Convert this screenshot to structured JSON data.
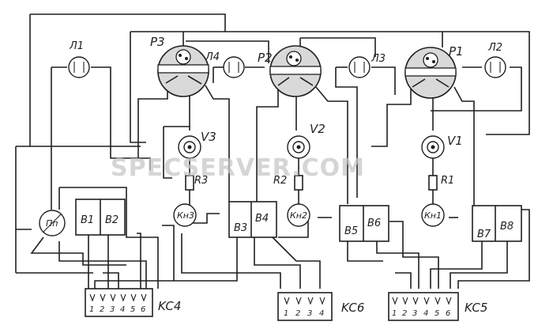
{
  "watermark": "SPECSERVER.COM",
  "relays": {
    "p1": "P1",
    "p2": "P2",
    "p3": "P3"
  },
  "lamps": {
    "l1": "Л1",
    "l2": "Л2",
    "l3": "Л3",
    "l4": "Л4"
  },
  "diodes": {
    "v1": "V1",
    "v2": "V2",
    "v3": "V3"
  },
  "resistors": {
    "r1": "R1",
    "r2": "R2",
    "r3": "R3"
  },
  "buttons": {
    "kn1": "Кн1",
    "kn2": "Кн2",
    "kn3": "Кн3",
    "pp": "Пп"
  },
  "switches": {
    "b1": "B1",
    "b2": "B2",
    "b3": "B3",
    "b4": "B4",
    "b5": "B5",
    "b6": "B6",
    "b7": "B7",
    "b8": "B8"
  },
  "connectors": {
    "kc4": {
      "label": "KC4",
      "pins": [
        "1",
        "2",
        "3",
        "4",
        "5",
        "6"
      ]
    },
    "kc6": {
      "label": "KC6",
      "pins": [
        "1",
        "2",
        "3",
        "4"
      ]
    },
    "kc5": {
      "label": "KC5",
      "pins": [
        "1",
        "2",
        "3",
        "4",
        "5",
        "6"
      ]
    }
  }
}
